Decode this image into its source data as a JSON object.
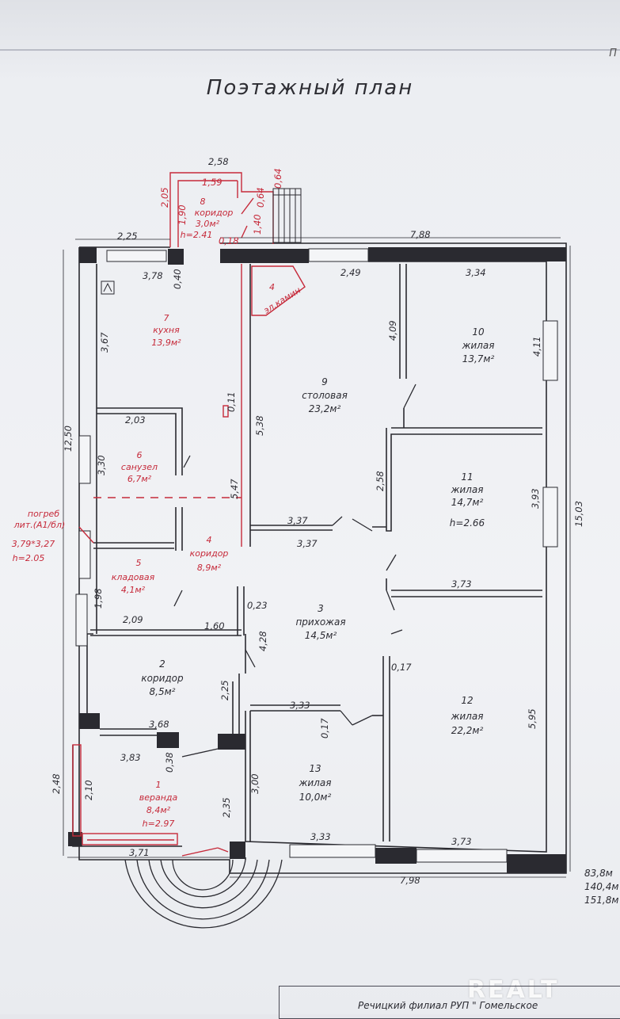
{
  "title": "Поэтажный план",
  "page_mark": "П",
  "overall_dims": {
    "top_left": "2,25",
    "top_right": "7,88",
    "bottom": "7,98",
    "left": "12,50",
    "right": "15,03"
  },
  "rooms": [
    {
      "num": "1",
      "name": "веранда",
      "area": "8,4м²",
      "height": "h=2.97"
    },
    {
      "num": "2",
      "name": "коридор",
      "area": "8,5м²"
    },
    {
      "num": "3",
      "name": "прихожая",
      "area": "14,5м²"
    },
    {
      "num": "4",
      "name": "коридор",
      "area": "8,9м²"
    },
    {
      "num": "5",
      "name": "кладовая",
      "area": "4,1м²"
    },
    {
      "num": "6",
      "name": "санузел",
      "area": "6,7м²"
    },
    {
      "num": "7",
      "name": "кухня",
      "area": "13,9м²"
    },
    {
      "num": "8",
      "name": "коридор",
      "area": "3,0м²",
      "height": "h=2.41"
    },
    {
      "num": "9",
      "name": "столовая",
      "area": "23,2м²"
    },
    {
      "num": "10",
      "name": "жилая",
      "area": "13,7м²"
    },
    {
      "num": "11",
      "name": "жилая",
      "area": "14,7м²",
      "height": "h=2.66"
    },
    {
      "num": "12",
      "name": "жилая",
      "area": "22,2м²"
    },
    {
      "num": "13",
      "name": "жилая",
      "area": "10,0м²"
    }
  ],
  "dims": {
    "d_258": "2,58",
    "d_159": "1,59",
    "d_205": "2,05",
    "d_190": "1,90",
    "d_064": "0,64",
    "d_140": "1,40",
    "d_064b": "0,64",
    "d_018": "0,18",
    "d_378": "3,78",
    "d_040": "0,40",
    "d_249": "2,49",
    "d_334": "3,34",
    "d_367": "3,67",
    "d_409": "4,09",
    "d_411": "4,11",
    "d_011": "0,11",
    "d_538": "5,38",
    "d_203": "2,03",
    "d_330": "3,30",
    "d_547": "5,47",
    "d_258b": "2,58",
    "d_393": "3,93",
    "d_337a": "3,37",
    "d_337b": "3,37",
    "d_198": "1,98",
    "d_209": "2,09",
    "d_160": "1,60",
    "d_023": "0,23",
    "d_373a": "3,73",
    "d_428": "4,28",
    "d_017a": "0,17",
    "d_225": "2,25",
    "d_333a": "3,33",
    "d_017b": "0,17",
    "d_368": "3,68",
    "d_383": "3,83",
    "d_038": "0,38",
    "d_595": "5,95",
    "d_248": "2,48",
    "d_210": "2,10",
    "d_300": "3,00",
    "d_235": "2,35",
    "d_333b": "3,33",
    "d_373b": "3,73",
    "d_371": "3,71"
  },
  "fireplace": {
    "num": "4",
    "label": "эл.камин"
  },
  "cellar": {
    "line1": "погреб",
    "line2": "лит.(А1/бл)",
    "line3": "3,79*3,27",
    "line4": "h=2.05"
  },
  "totals": [
    "83,8м",
    "140,4м",
    "151,8м"
  ],
  "watermark": "REALT",
  "stamp": "Речицкий филиал РУП \" Гомельское"
}
